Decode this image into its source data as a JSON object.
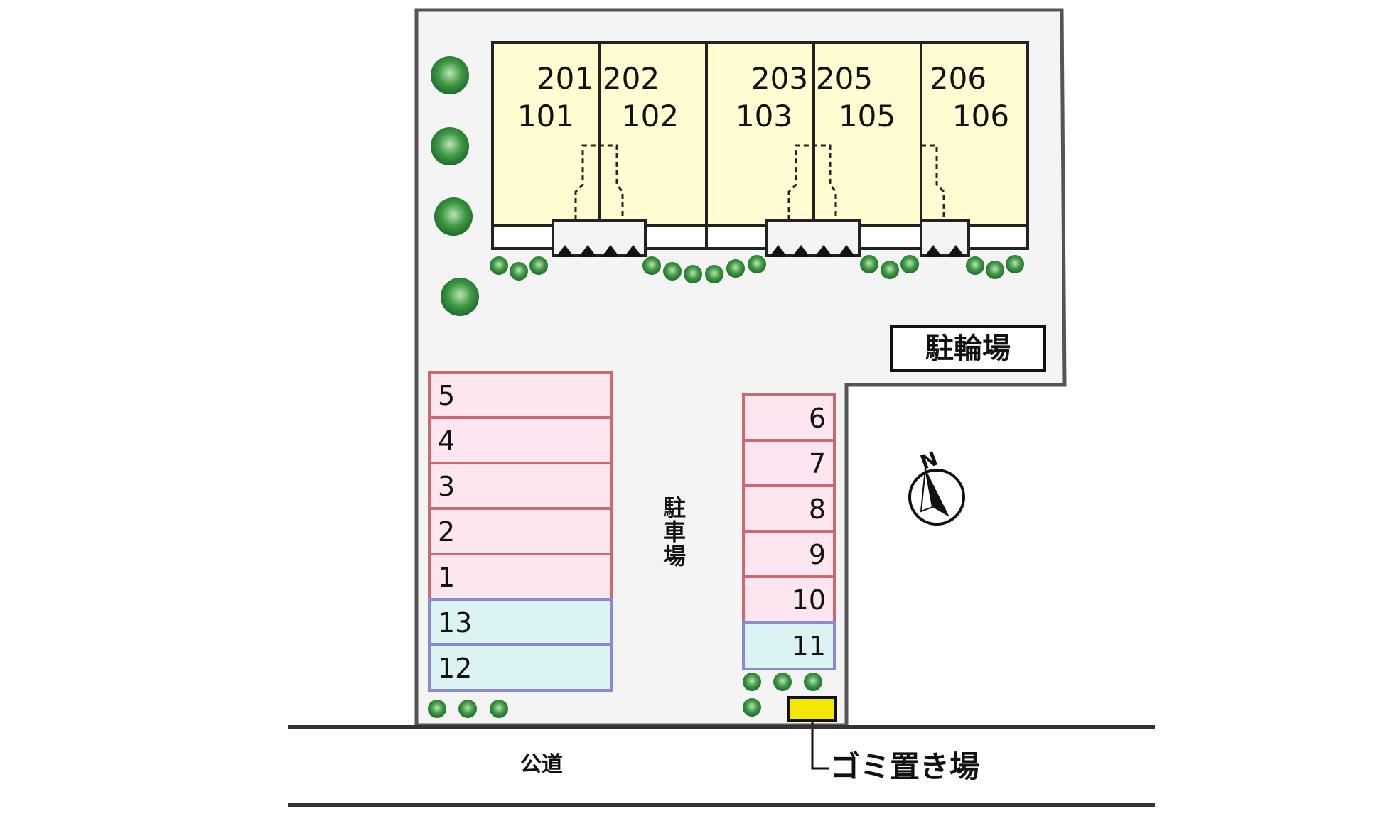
{
  "buildings": [
    {
      "upper": "201",
      "lower": "101"
    },
    {
      "upper": "202",
      "lower": "102"
    },
    {
      "upper": "203",
      "lower": "103"
    },
    {
      "upper": "205",
      "lower": "105"
    },
    {
      "upper": "206",
      "lower": "106"
    }
  ],
  "bicycle_parking": "駐輪場",
  "parking_label": "駐車場",
  "parking_left": [
    {
      "number": "5",
      "type": "regular"
    },
    {
      "number": "4",
      "type": "regular"
    },
    {
      "number": "3",
      "type": "regular"
    },
    {
      "number": "2",
      "type": "regular"
    },
    {
      "number": "1",
      "type": "regular"
    },
    {
      "number": "13",
      "type": "light"
    },
    {
      "number": "12",
      "type": "light"
    }
  ],
  "parking_right": [
    {
      "number": "6",
      "type": "regular"
    },
    {
      "number": "7",
      "type": "regular"
    },
    {
      "number": "8",
      "type": "regular"
    },
    {
      "number": "9",
      "type": "regular"
    },
    {
      "number": "10",
      "type": "regular"
    },
    {
      "number": "11",
      "type": "light"
    }
  ],
  "compass_label": "N",
  "public_road": "公道",
  "garbage_area": "ゴミ置き場",
  "colors": {
    "building": "#fefcd0",
    "ground": "#f4f4f4",
    "regular_space_fill": "#fde6ef",
    "regular_space_border": "#c96a70",
    "light_space_fill": "#dcf3f4",
    "light_space_border": "#8a8ad0",
    "garbage": "#f5e800",
    "tree": "#2f8f3a"
  }
}
